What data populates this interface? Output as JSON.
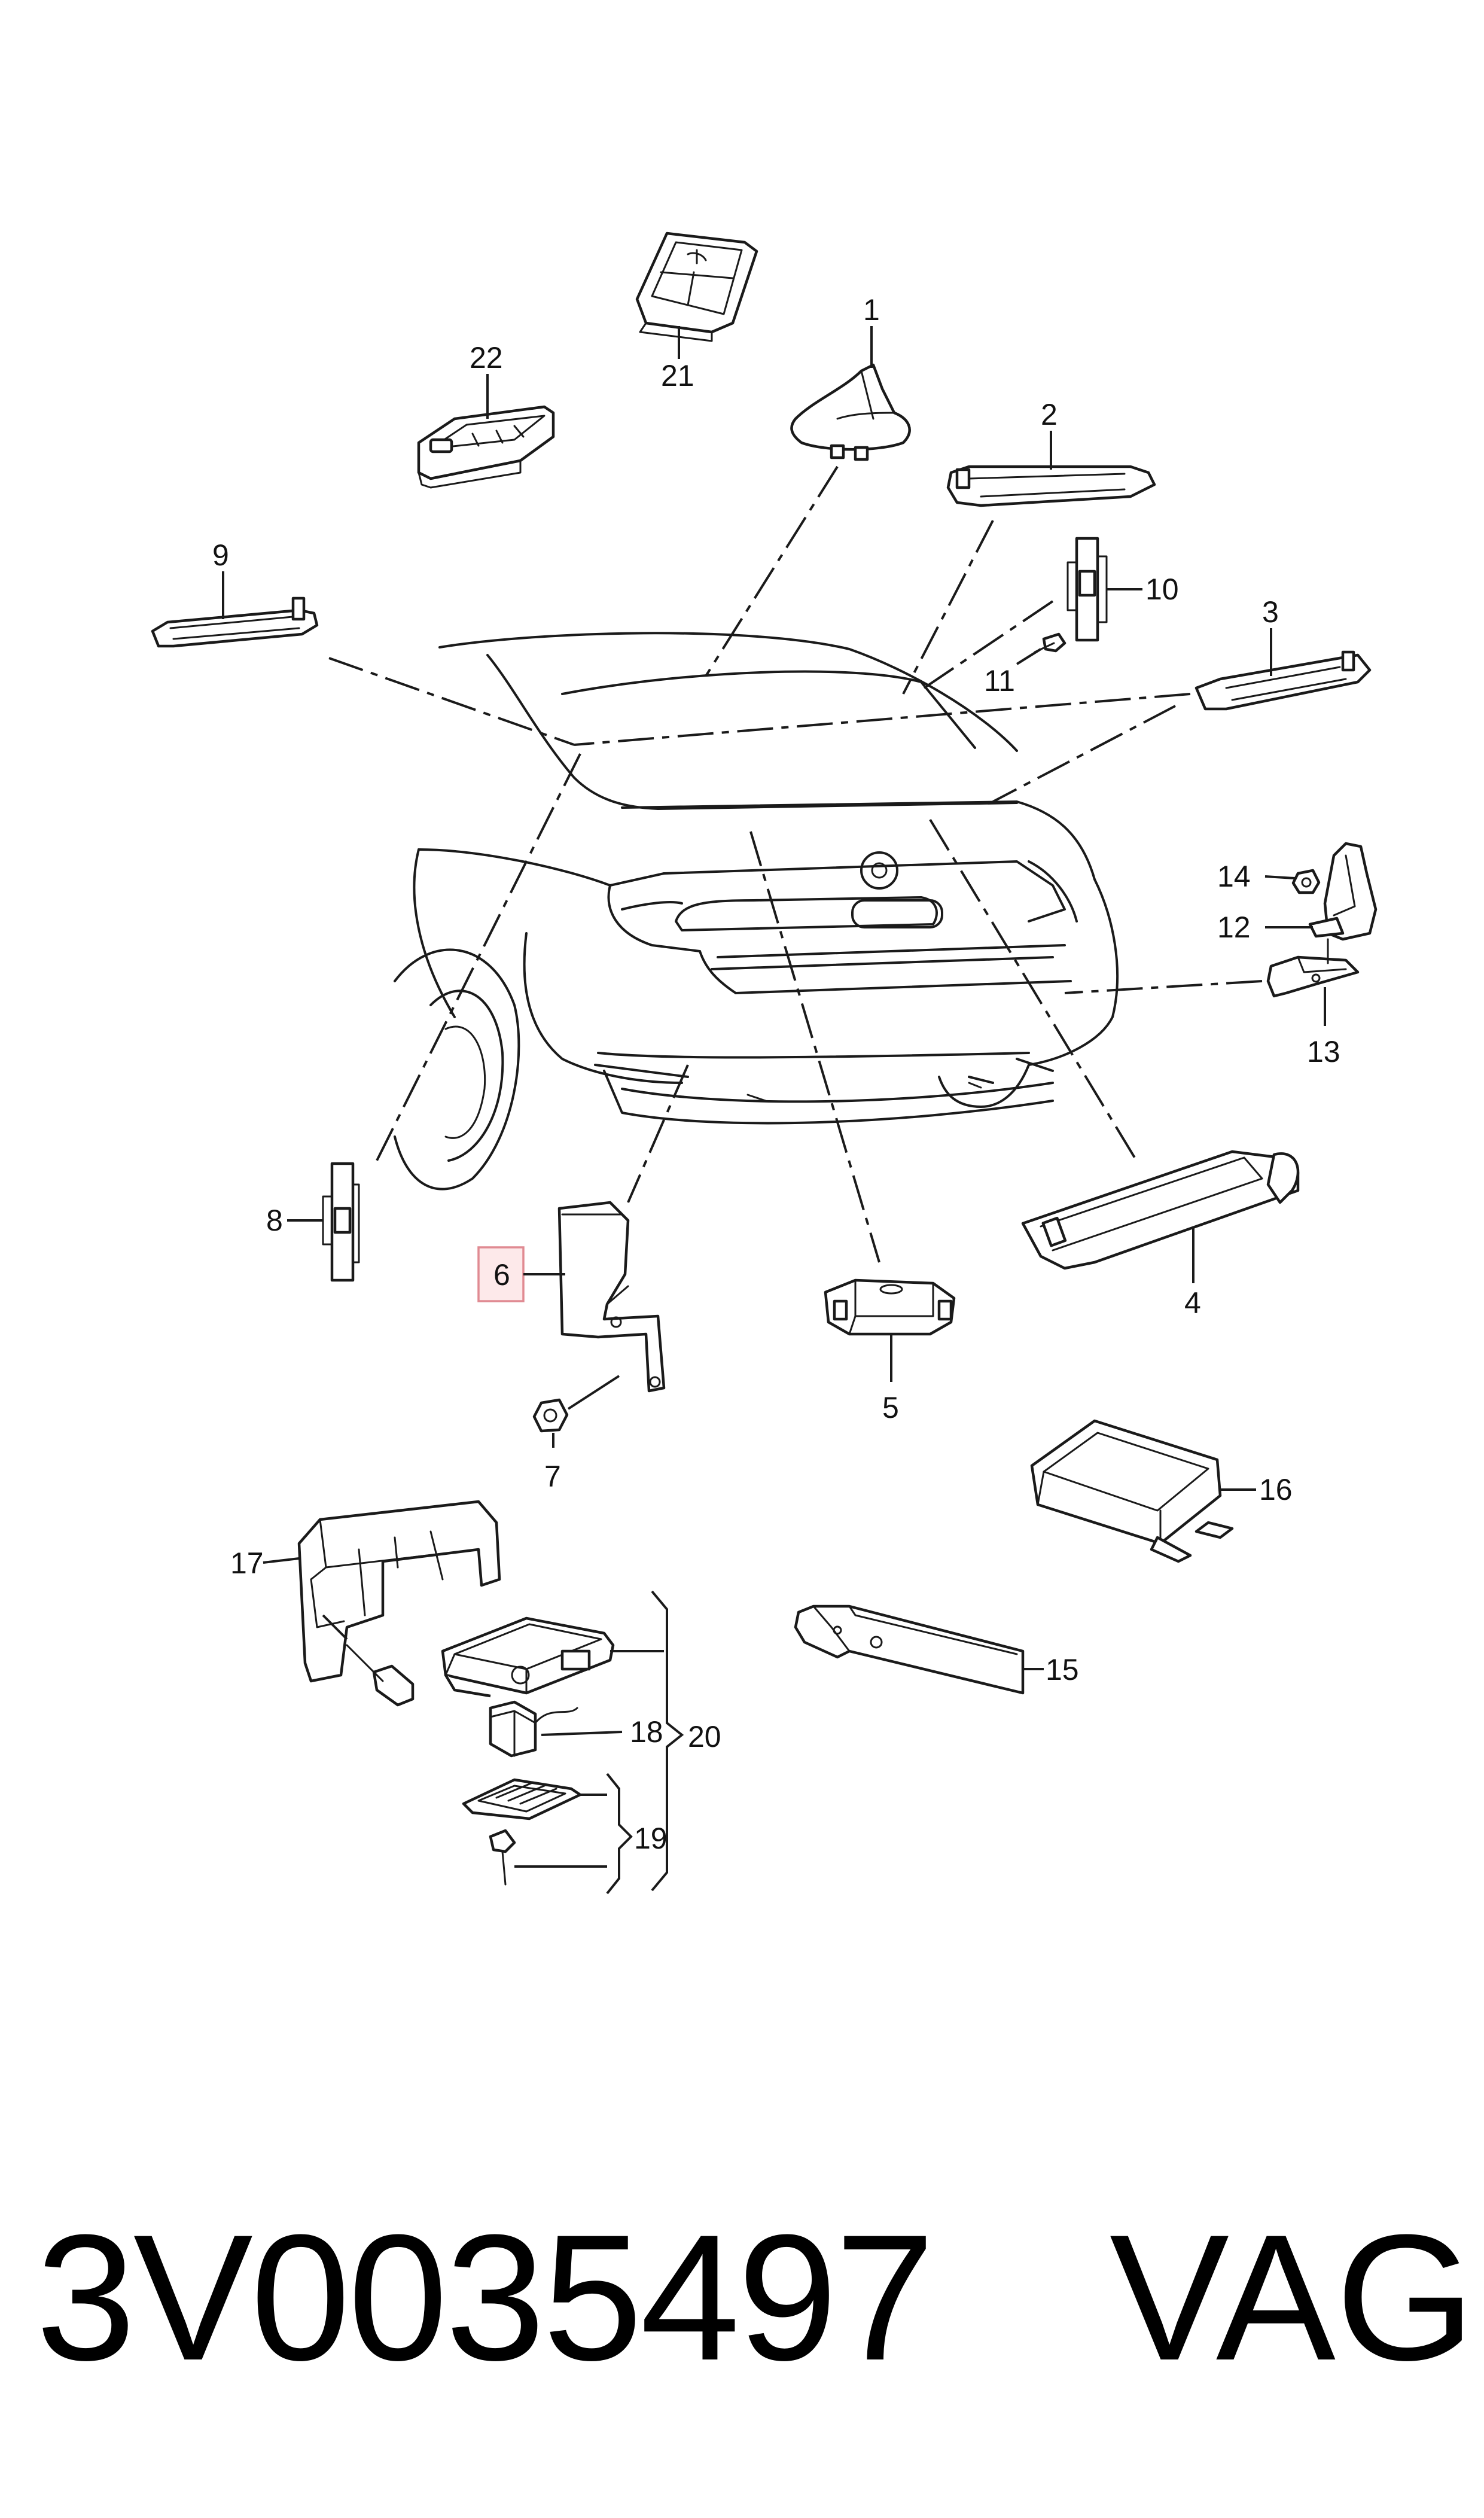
{
  "labels": {
    "l1": "1",
    "l2": "2",
    "l3": "3",
    "l4": "4",
    "l5": "5",
    "l6": "6",
    "l7": "7",
    "l8": "8",
    "l9": "9",
    "l10": "10",
    "l11": "11",
    "l12": "12",
    "l13": "13",
    "l14": "14",
    "l15": "15",
    "l16": "16",
    "l17": "17",
    "l18": "18",
    "l19": "19",
    "l20": "20",
    "l21": "21",
    "l22": "22"
  },
  "highlighted_label": "6",
  "highlight_color": "#fde9ea",
  "footer": {
    "part_number": "3V0035497",
    "brand": "VAG"
  }
}
